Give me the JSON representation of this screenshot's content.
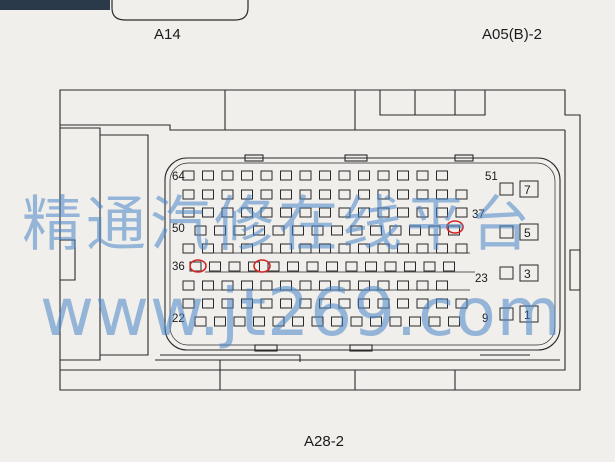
{
  "labels": {
    "top_left": "A14",
    "top_right": "A05(B)-2",
    "bottom": "A28-2"
  },
  "pin_numbers": {
    "p64": "64",
    "p51": "51",
    "p50": "50",
    "p37": "37",
    "p36": "36",
    "p23": "23",
    "p22": "22",
    "p9": "9"
  },
  "side_pins": [
    "7",
    "5",
    "3",
    "1"
  ],
  "watermark": {
    "line1": "精通汽修在线平台",
    "line2": "www.jt269.com"
  },
  "highlighted_pins": [
    "37-row marked pin",
    "36-row marked pin A",
    "36-row marked pin B"
  ],
  "colors": {
    "line": "#2a2a2a",
    "highlight": "#d42424",
    "watermark": "#4a86c8",
    "background": "#f0efec"
  }
}
